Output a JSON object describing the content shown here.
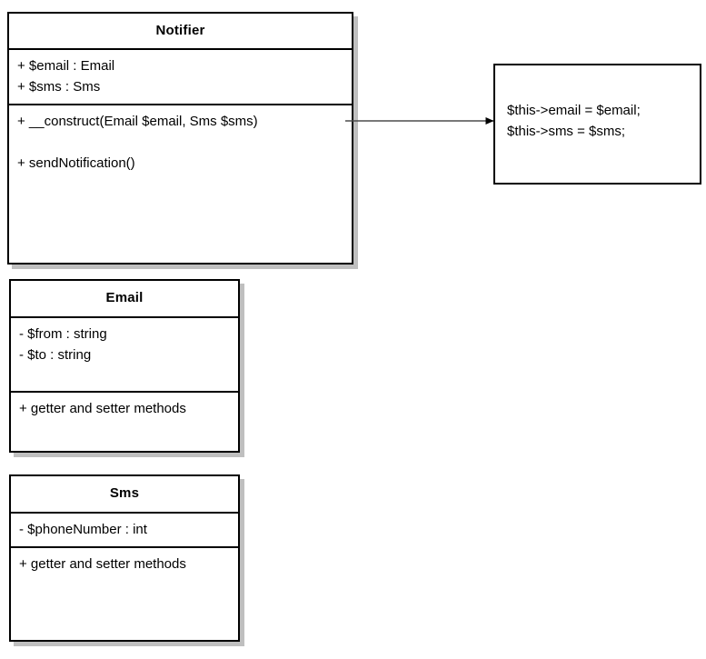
{
  "diagram": {
    "type": "uml-class-diagram",
    "background_color": "#ffffff",
    "line_color": "#000000",
    "shadow_color": "#bfbfbf",
    "connector_color": "#4d4d4d"
  },
  "classes": [
    {
      "id": "notifier",
      "name": "Notifier",
      "attributes": [
        "+ $email : Email",
        "+ $sms : Sms"
      ],
      "operations": [
        "+ __construct(Email $email, Sms $sms)",
        "",
        "+ sendNotification()"
      ]
    },
    {
      "id": "email",
      "name": "Email",
      "attributes": [
        "- $from : string",
        "- $to : string"
      ],
      "operations": [
        "+ getter and setter methods"
      ]
    },
    {
      "id": "sms",
      "name": "Sms",
      "attributes": [
        "- $phoneNumber : int"
      ],
      "operations": [
        "+ getter and setter methods"
      ]
    }
  ],
  "notes": [
    {
      "id": "construct-note",
      "lines": [
        "$this->email = $email;",
        "$this->sms = $sms;"
      ]
    }
  ],
  "connectors": [
    {
      "id": "construct-to-note",
      "from": "notifier.__construct",
      "to": "construct-note",
      "style": "solid",
      "arrowhead": "filled-triangle",
      "direction": "right"
    }
  ]
}
